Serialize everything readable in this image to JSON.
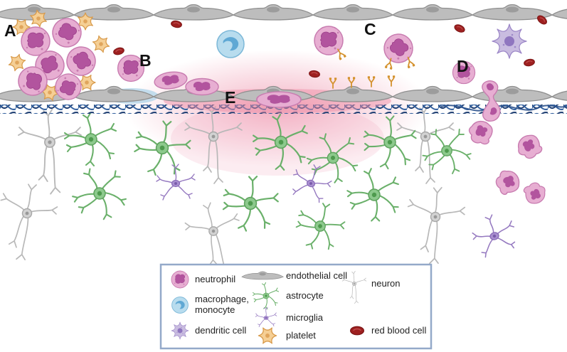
{
  "stage_labels": [
    {
      "id": "A",
      "text": "A"
    },
    {
      "id": "B",
      "text": "B"
    },
    {
      "id": "C",
      "text": "C"
    },
    {
      "id": "D",
      "text": "D"
    },
    {
      "id": "E",
      "text": "E"
    }
  ],
  "legend": {
    "items": [
      {
        "key": "neutrophil",
        "label": "neutrophil"
      },
      {
        "key": "macrophage-monocyte",
        "label": "macrophage,\nmonocyte"
      },
      {
        "key": "dendritic-cell",
        "label": "dendritic cell"
      },
      {
        "key": "endothelial-cell",
        "label": "endothelial cell"
      },
      {
        "key": "astrocyte",
        "label": "astrocyte"
      },
      {
        "key": "microglia",
        "label": "microglia"
      },
      {
        "key": "platelet",
        "label": "platelet"
      },
      {
        "key": "neuron",
        "label": "neuron"
      },
      {
        "key": "red-blood-cell",
        "label": "red blood cell"
      }
    ]
  },
  "colors": {
    "neutrophil_body": "#e7aed2",
    "neutrophil_nucleus": "#b2549e",
    "macrophage_body": "#b8dcee",
    "macrophage_nucleus": "#5fa8d4",
    "dendritic_body": "#c9bce0",
    "dendritic_nucleus": "#8f76bf",
    "endothelial_body": "#bdbdbd",
    "astrocyte_green": "#6ab06a",
    "microglia_purple": "#9579c0",
    "platelet_orange": "#f5cf95",
    "neuron_gray": "#b8b8b8",
    "red_blood_cell": "#9e2020",
    "basement_membrane": "#1f3f73",
    "inflammation_pink": "#ee8fa8",
    "receptor_orange": "#d4922e",
    "legend_border": "#94a9c9"
  }
}
